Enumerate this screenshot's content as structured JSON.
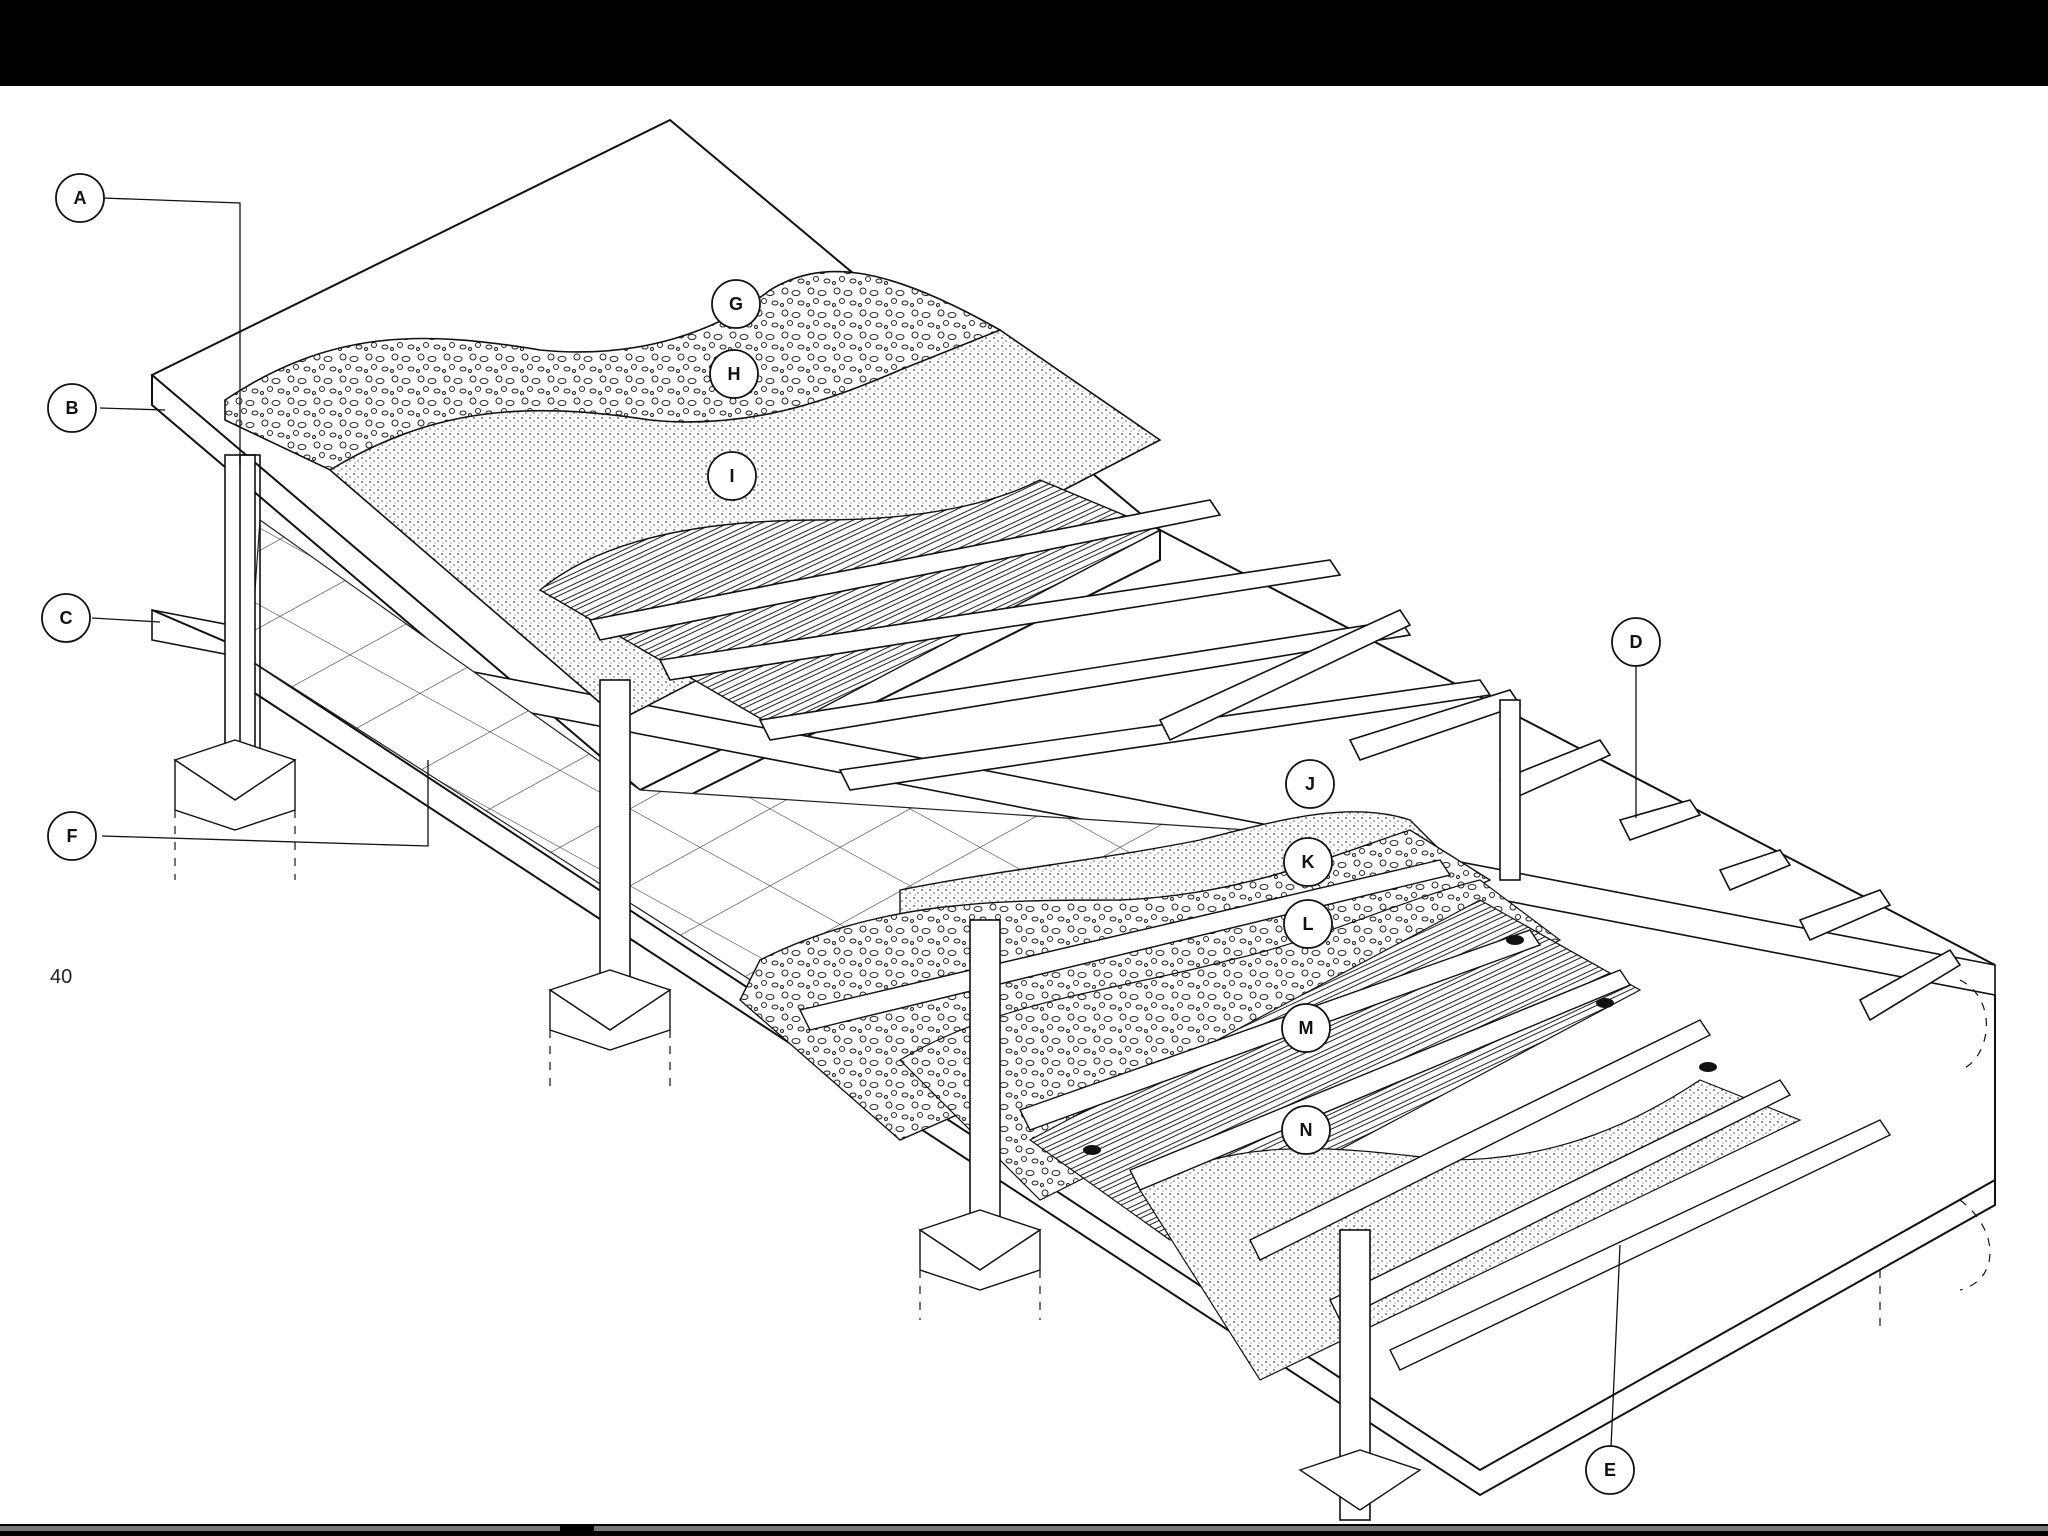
{
  "callouts": {
    "A": "A",
    "B": "B",
    "C": "C",
    "D": "D",
    "E": "E",
    "F": "F",
    "G": "G",
    "H": "H",
    "I": "I",
    "J": "J",
    "K": "K",
    "L": "L",
    "M": "M",
    "N": "N"
  },
  "page_number": "40",
  "colors": {
    "ink": "#111111",
    "paper": "#ffffff",
    "frame": "#000000"
  }
}
